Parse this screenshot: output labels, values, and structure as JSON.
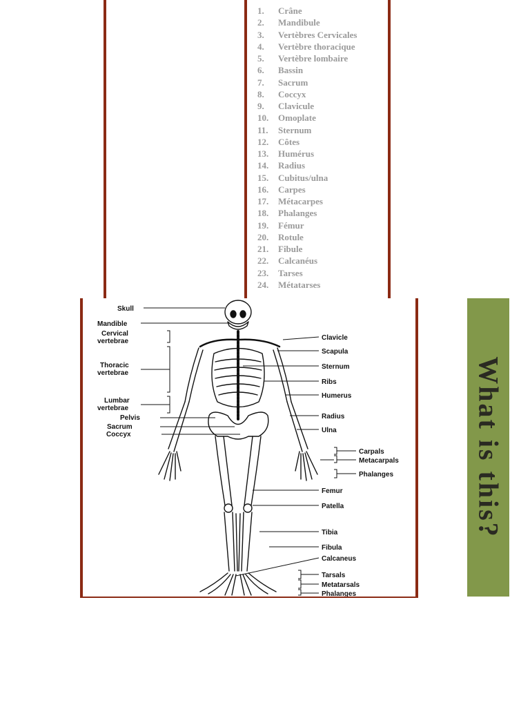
{
  "french_list": [
    {
      "num": "1.",
      "name": "Crâne"
    },
    {
      "num": "2.",
      "name": "Mandibule"
    },
    {
      "num": "3.",
      "name": "Vertèbres Cervicales"
    },
    {
      "num": "4.",
      "name": "Vertèbre thoracique"
    },
    {
      "num": "5.",
      "name": "Vertèbre lombaire"
    },
    {
      "num": "6.",
      "name": "Bassin"
    },
    {
      "num": "7.",
      "name": "Sacrum"
    },
    {
      "num": "8.",
      "name": "Coccyx"
    },
    {
      "num": "9.",
      "name": "Clavicule"
    },
    {
      "num": "10.",
      "name": "Omoplate"
    },
    {
      "num": "11.",
      "name": "Sternum"
    },
    {
      "num": "12.",
      "name": "Côtes"
    },
    {
      "num": "13.",
      "name": "Humérus"
    },
    {
      "num": "14.",
      "name": "Radius"
    },
    {
      "num": "15.",
      "name": "Cubitus/ulna"
    },
    {
      "num": "16.",
      "name": "Carpes"
    },
    {
      "num": "17.",
      "name": "Métacarpes"
    },
    {
      "num": "18.",
      "name": "Phalanges"
    },
    {
      "num": "19.",
      "name": "Fémur"
    },
    {
      "num": "20.",
      "name": "Rotule"
    },
    {
      "num": "21.",
      "name": "Fibule"
    },
    {
      "num": "22.",
      "name": "Calcanéus"
    },
    {
      "num": "23.",
      "name": "Tarses"
    },
    {
      "num": "24.",
      "name": "Métatarses"
    }
  ],
  "diagram_labels": {
    "left": {
      "skull": "Skull",
      "mandible": "Mandible",
      "cervical_1": "Cervical",
      "cervical_2": "vertebrae",
      "thoracic_1": "Thoracic",
      "thoracic_2": "vertebrae",
      "lumbar_1": "Lumbar",
      "lumbar_2": "vertebrae",
      "pelvis": "Pelvis",
      "sacrum": "Sacrum",
      "coccyx": "Coccyx"
    },
    "right": {
      "clavicle": "Clavicle",
      "scapula": "Scapula",
      "sternum": "Sternum",
      "ribs": "Ribs",
      "humerus": "Humerus",
      "radius": "Radius",
      "ulna": "Ulna",
      "carpals": "Carpals",
      "metacarpals": "Metacarpals",
      "phalanges_hand": "Phalanges",
      "femur": "Femur",
      "patella": "Patella",
      "tibia": "Tibia",
      "fibula": "Fibula",
      "calcaneus": "Calcaneus",
      "tarsals": "Tarsals",
      "metatarsals": "Metatarsals",
      "phalanges_foot": "Phalanges"
    }
  },
  "banner": {
    "text": "What is this?"
  },
  "colors": {
    "frame": "#8b2a14",
    "banner_bg": "#82984a",
    "list_text": "#9a9a9a"
  }
}
